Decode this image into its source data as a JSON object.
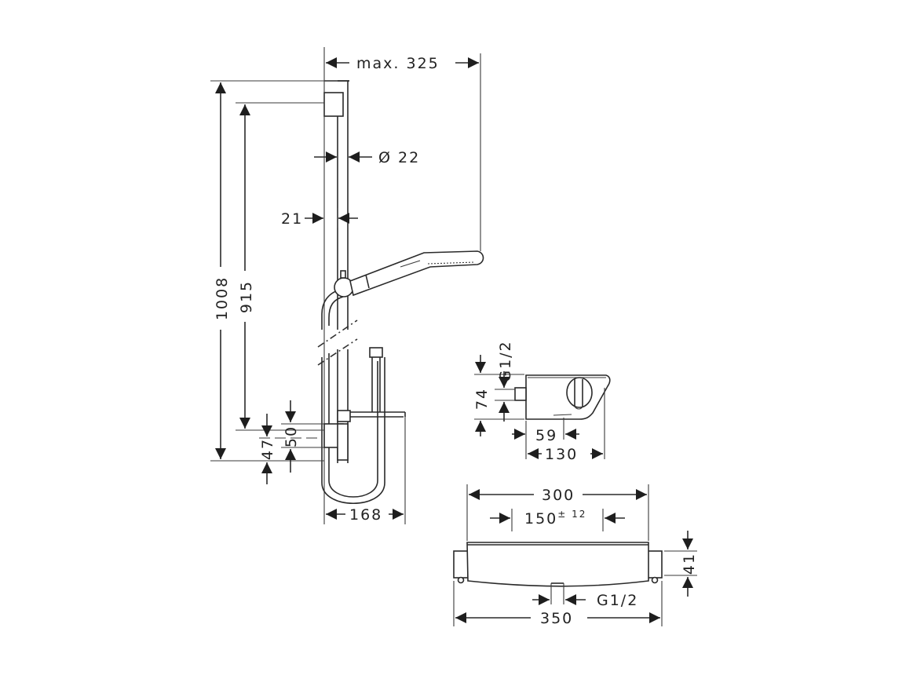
{
  "drawing": {
    "title": "Shower system dimension drawing",
    "units": "mm",
    "line_color": "#2a2a2a",
    "background": "#ffffff"
  },
  "shower_rail": {
    "max_projection": "max. 325",
    "rail_diameter": "Ø 22",
    "wall_offset": "21",
    "total_height": "1008",
    "inner_height": "915",
    "bracket_offset": "47",
    "holder_height": "50",
    "shelf_width": "168"
  },
  "thermostat_side_view": {
    "inlet_thread": "G1/2",
    "height": "74",
    "outlet_offset": "59",
    "depth": "130"
  },
  "thermostat_front_view": {
    "body_width": "300",
    "inlet_spacing": "150",
    "inlet_spacing_tolerance": "± 12",
    "height": "41",
    "outlet_thread": "G1/2",
    "total_width": "350"
  }
}
